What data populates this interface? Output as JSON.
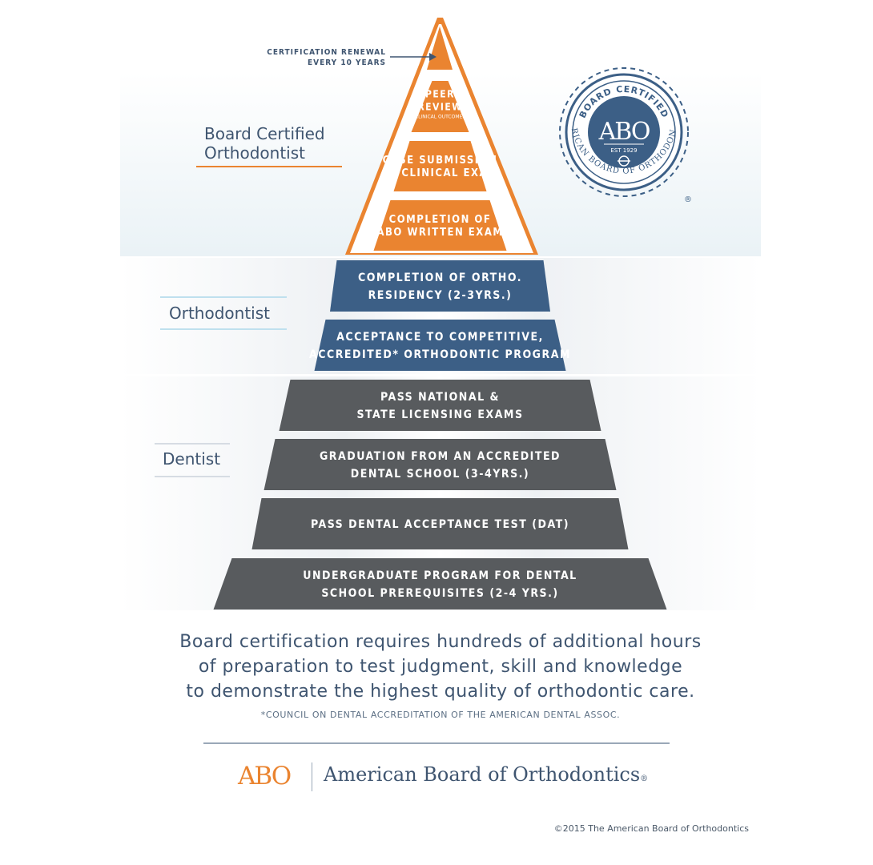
{
  "callout": {
    "line1": "CERTIFICATION RENEWAL",
    "line2": "EVERY 10 YEARS"
  },
  "tiers": [
    {
      "label": "Board Certified",
      "label2": "Orthodontist",
      "color": "#ea8430"
    },
    {
      "label": "Orthodontist",
      "color": "#3c5f86"
    },
    {
      "label": "Dentist",
      "color": "#585b5e"
    }
  ],
  "levels": [
    {
      "lines": [
        "PEER",
        "REVIEW"
      ],
      "sub": "(CLINICAL OUTCOMES)",
      "tier": "Board Certified Orthodontist"
    },
    {
      "lines": [
        "CASE SUBMISSION",
        "AT CLINICAL EXAM"
      ],
      "tier": "Board Certified Orthodontist"
    },
    {
      "lines": [
        "COMPLETION OF",
        "ABO WRITTEN EXAM"
      ],
      "tier": "Board Certified Orthodontist"
    },
    {
      "lines": [
        "COMPLETION OF ORTHO.",
        "RESIDENCY (2-3YRS.)"
      ],
      "tier": "Orthodontist"
    },
    {
      "lines": [
        "ACCEPTANCE TO COMPETITIVE,",
        "ACCREDITED* ORTHODONTIC PROGRAM"
      ],
      "tier": "Orthodontist"
    },
    {
      "lines": [
        "PASS NATIONAL &",
        "STATE LICENSING EXAMS"
      ],
      "tier": "Dentist"
    },
    {
      "lines": [
        "GRADUATION FROM AN ACCREDITED",
        "DENTAL SCHOOL (3-4YRS.)"
      ],
      "tier": "Dentist"
    },
    {
      "lines": [
        "PASS DENTAL ACCEPTANCE TEST (DAT)"
      ],
      "tier": "Dentist"
    },
    {
      "lines": [
        "UNDERGRADUATE PROGRAM FOR DENTAL",
        "SCHOOL PREREQUISITES (2-4 YRS.)"
      ],
      "tier": "Dentist"
    }
  ],
  "seal": {
    "top_text": "BOARD CERTIFIED",
    "ring_text": "AMERICAN BOARD OF ORTHODONTICS",
    "center": "ABO",
    "est": "EST 1929",
    "reg": "®"
  },
  "tagline": {
    "line1": "Board certification requires hundreds of additional hours",
    "line2": "of preparation to test judgment, skill and knowledge",
    "line3": "to demonstrate the highest quality of orthodontic care."
  },
  "footnote": "*COUNCIL ON DENTAL ACCREDITATION OF THE AMERICAN DENTAL ASSOC.",
  "brand": {
    "abbr": "ABO",
    "name": "American Board of Orthodontics",
    "reg": "®"
  },
  "copyright": "©2015 The American Board of Orthodontics",
  "colors": {
    "orange": "#ea8430",
    "blue": "#3c5f86",
    "gray": "#585b5e",
    "text_navy": "#3f5570"
  }
}
